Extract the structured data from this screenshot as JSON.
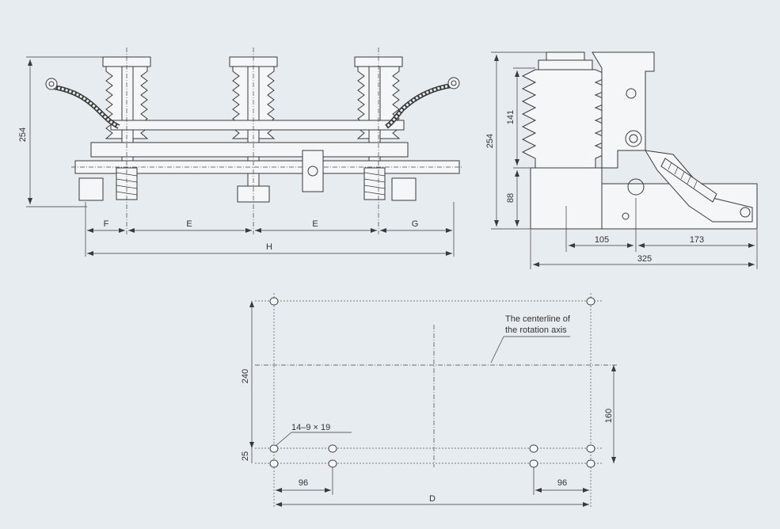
{
  "front_view": {
    "height_dim": "254",
    "dims": {
      "f": "F",
      "e1": "E",
      "e2": "E",
      "g": "G",
      "h": "H"
    }
  },
  "side_view": {
    "height_total": "254",
    "height_upper": "141",
    "height_lower": "88",
    "width_a": "105",
    "width_b": "173",
    "width_total": "325"
  },
  "base_plan": {
    "annotation_line1": "The centerline of",
    "annotation_line2": "the rotation axis",
    "hole_label": "14–9 × 19",
    "height_left": "240",
    "height_right": "160",
    "edge_offset": "25",
    "spacing_left": "96",
    "spacing_right": "96",
    "width_label": "D"
  },
  "colors": {
    "background": "#e6ecef",
    "line": "#3a3a3a"
  }
}
